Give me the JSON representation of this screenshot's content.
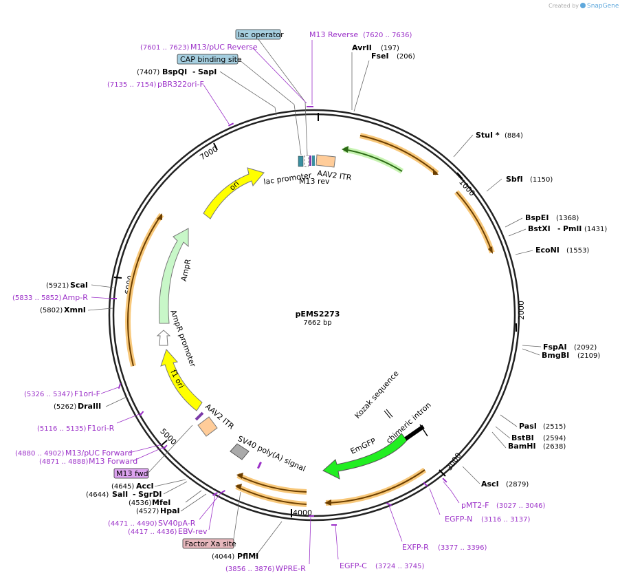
{
  "watermark": {
    "created_by": "Created by",
    "brand": "SnapGene"
  },
  "plasmid": {
    "name": "pEMS2273",
    "size": "7662 bp",
    "length": 7662
  },
  "colors": {
    "backbone": "#1a1a1a",
    "primer": "#9b30c8",
    "orange_feature": "#f5a623",
    "yellow": "#ffff00",
    "green": "#22ee22",
    "ampr": "#c8f7c8"
  },
  "ticks": [
    "1000",
    "2000",
    "3000",
    "4000",
    "5000",
    "6000",
    "7000"
  ],
  "sites": [
    {
      "name": "AvrII",
      "pos": "(197)"
    },
    {
      "name": "FseI",
      "pos": "(206)"
    },
    {
      "name": "StuI *",
      "pos": "(884)"
    },
    {
      "name": "SbfI",
      "pos": "(1150)"
    },
    {
      "name": "BspEI",
      "pos": "(1368)"
    },
    {
      "name": "BstXI",
      "name2": "PmlI",
      "pos": "(1431)"
    },
    {
      "name": "EcoNI",
      "pos": "(1553)"
    },
    {
      "name": "FspAI",
      "pos": "(2092)"
    },
    {
      "name": "BmgBI",
      "pos": "(2109)"
    },
    {
      "name": "PasI",
      "pos": "(2515)"
    },
    {
      "name": "BstBI",
      "pos": "(2594)"
    },
    {
      "name": "BamHI",
      "pos": "(2638)"
    },
    {
      "name": "AscI",
      "pos": "(2879)"
    },
    {
      "name": "PflMI",
      "pos": "(4044)"
    },
    {
      "name": "HpaI",
      "pos": "(4527)"
    },
    {
      "name": "MfeI",
      "pos": "(4536)"
    },
    {
      "name": "SalI",
      "name2": "SgrDI",
      "pos": "(4644)"
    },
    {
      "name": "AccI",
      "pos": "(4645)"
    },
    {
      "name": "DraIII",
      "pos": "(5262)"
    },
    {
      "name": "XmnI",
      "pos": "(5802)"
    },
    {
      "name": "ScaI",
      "pos": "(5921)"
    },
    {
      "name": "BspQI",
      "name2": "SapI",
      "pos": "(7407)"
    }
  ],
  "primers": [
    {
      "name": "M13 Reverse",
      "range": "(7620 .. 7636)"
    },
    {
      "name": "M13/pUC Reverse",
      "range": "(7601 .. 7623)"
    },
    {
      "name": "pBR322ori-F",
      "range": "(7135 .. 7154)"
    },
    {
      "name": "pMT2-F",
      "range": "(3027 .. 3046)"
    },
    {
      "name": "EGFP-N",
      "range": "(3116 .. 3137)"
    },
    {
      "name": "EXFP-R",
      "range": "(3377 .. 3396)"
    },
    {
      "name": "EGFP-C",
      "range": "(3724 .. 3745)"
    },
    {
      "name": "WPRE-R",
      "range": "(3856 .. 3876)"
    },
    {
      "name": "EBV-rev",
      "range": "(4417 .. 4436)"
    },
    {
      "name": "SV40pA-R",
      "range": "(4471 .. 4490)"
    },
    {
      "name": "M13 Forward",
      "range": "(4871 .. 4888)"
    },
    {
      "name": "M13/pUC Forward",
      "range": "(4880 .. 4902)"
    },
    {
      "name": "F1ori-R",
      "range": "(5116 .. 5135)"
    },
    {
      "name": "F1ori-F",
      "range": "(5326 .. 5347)"
    },
    {
      "name": "Amp-R",
      "range": "(5833 .. 5852)"
    }
  ],
  "boxed": [
    {
      "name": "lac operator"
    },
    {
      "name": "CAP binding site"
    },
    {
      "name": "M13 fwd"
    },
    {
      "name": "Factor Xa site"
    }
  ],
  "features": [
    {
      "name": "lac promoter"
    },
    {
      "name": "M13 rev"
    },
    {
      "name": "AAV2 ITR"
    },
    {
      "name": "ori"
    },
    {
      "name": "AmpR"
    },
    {
      "name": "AmpR promoter"
    },
    {
      "name": "f1 ori"
    },
    {
      "name": "AAV2 ITR"
    },
    {
      "name": "SV40 poly(A) signal"
    },
    {
      "name": "EmGFP"
    },
    {
      "name": "chimeric intron"
    },
    {
      "name": "Kozak sequence"
    }
  ]
}
